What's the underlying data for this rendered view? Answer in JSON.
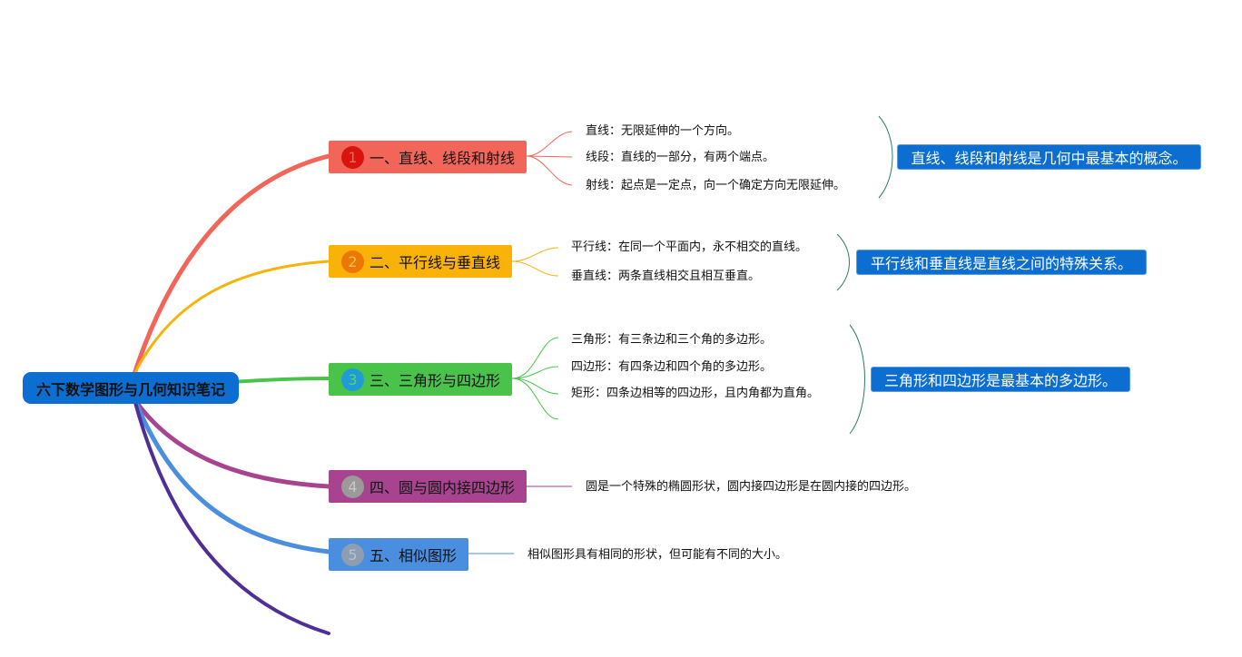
{
  "root": {
    "label": "六下数学图形与几何知识笔记"
  },
  "colors": {
    "root": "#0c6ed1",
    "branch1": "#f2665a",
    "branch2": "#f9b208",
    "branch3": "#49c34a",
    "branch4": "#a8448f",
    "branch5": "#4a8ee0",
    "branch6": "#4f2f95",
    "summary": "#0c6ed1"
  },
  "topics": [
    {
      "number": "1",
      "label": "一、直线、线段和射线",
      "children": [
        "直线：无限延伸的一个方向。",
        "线段：直线的一部分，有两个端点。",
        "射线：起点是一定点，向一个确定方向无限延伸。"
      ],
      "summary": "直线、线段和射线是几何中最基本的概念。"
    },
    {
      "number": "2",
      "label": "二、平行线与垂直线",
      "children": [
        "平行线：在同一个平面内，永不相交的直线。",
        "垂直线：两条直线相交且相互垂直。"
      ],
      "summary": "平行线和垂直线是直线之间的特殊关系。"
    },
    {
      "number": "3",
      "label": "三、三角形与四边形",
      "children": [
        "三角形：有三条边和三个角的多边形。",
        "四边形：有四条边和四个角的多边形。",
        "矩形：四条边相等的四边形，且内角都为直角。"
      ],
      "summary": "三角形和四边形是最基本的多边形。"
    },
    {
      "number": "4",
      "label": "四、圆与圆内接四边形",
      "children": [
        "圆是一个特殊的椭圆形状，圆内接四边形是在圆内接的四边形。"
      ]
    },
    {
      "number": "5",
      "label": "五、相似图形",
      "children": [
        "相似图形具有相同的形状，但可能有不同的大小。"
      ]
    }
  ]
}
